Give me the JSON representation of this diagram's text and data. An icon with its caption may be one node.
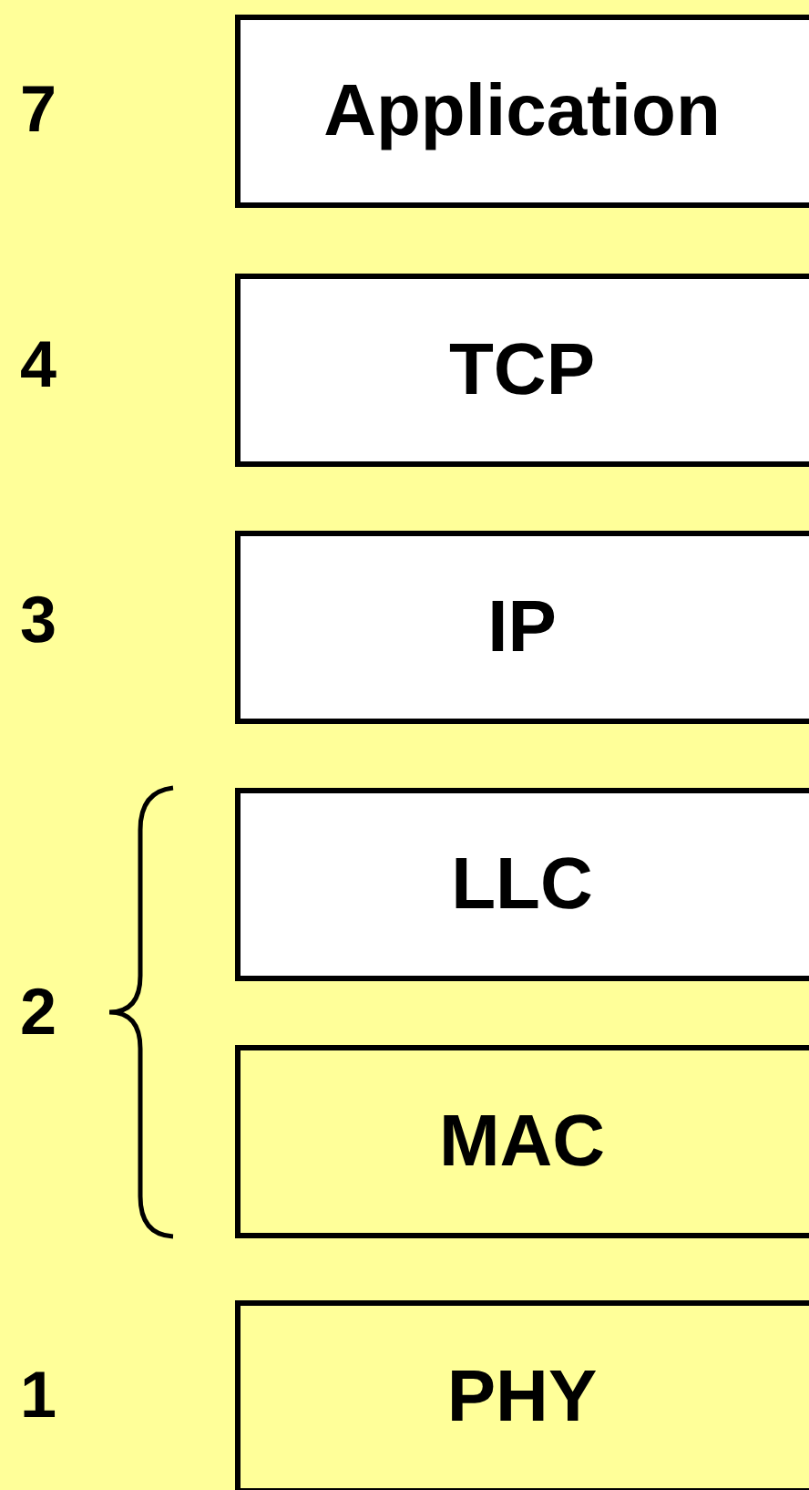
{
  "diagram": {
    "nodes": [
      {
        "text": [
          "Application"
        ]
      },
      {
        "text": [
          "TCP"
        ]
      },
      {
        "text": [
          "IP"
        ]
      },
      {
        "text": [
          "LLC"
        ]
      },
      {
        "text": [
          "MAC"
        ]
      },
      {
        "text": [
          "PHY"
        ]
      }
    ],
    "labels": [
      "7",
      "4",
      "3",
      "2",
      "1"
    ]
  }
}
